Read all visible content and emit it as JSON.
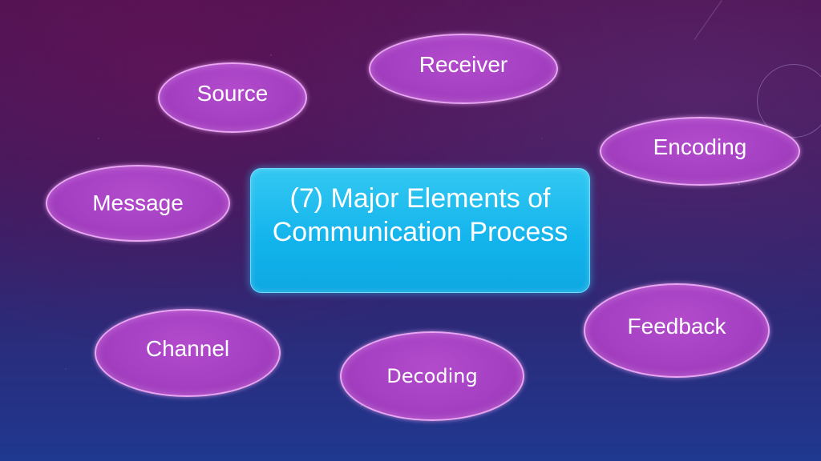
{
  "center": {
    "title": "(7) Major Elements of Communication Process"
  },
  "elements": {
    "receiver": "Receiver",
    "source": "Source",
    "encoding": "Encoding",
    "message": "Message",
    "feedback": "Feedback",
    "channel": "Channel",
    "decoding": "Decoding"
  },
  "colors": {
    "oval_fill": "#a640c3",
    "oval_border": "#e9a6f2",
    "center_fill": "#12b3ec",
    "text": "#ffffff"
  }
}
